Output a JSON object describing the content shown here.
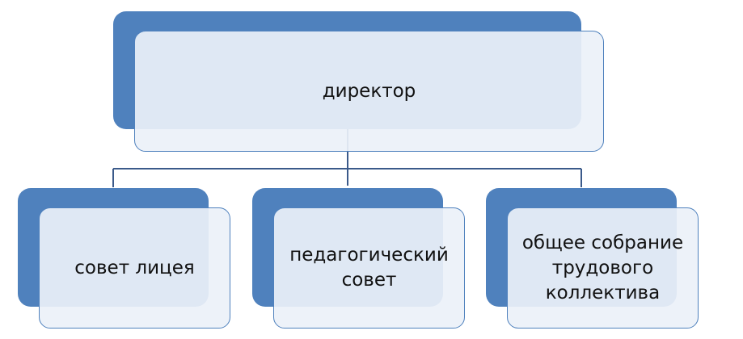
{
  "colors": {
    "accent": "#4f81bd",
    "card_fill": "#ebf1f9",
    "connector": "#3b5a8a",
    "text": "#111111"
  },
  "diagram": {
    "root": {
      "label": "директор"
    },
    "children": [
      {
        "label": "совет лицея"
      },
      {
        "label": "педагогический\nсовет"
      },
      {
        "label": "общее собрание\nтрудового\nколлектива"
      }
    ]
  }
}
